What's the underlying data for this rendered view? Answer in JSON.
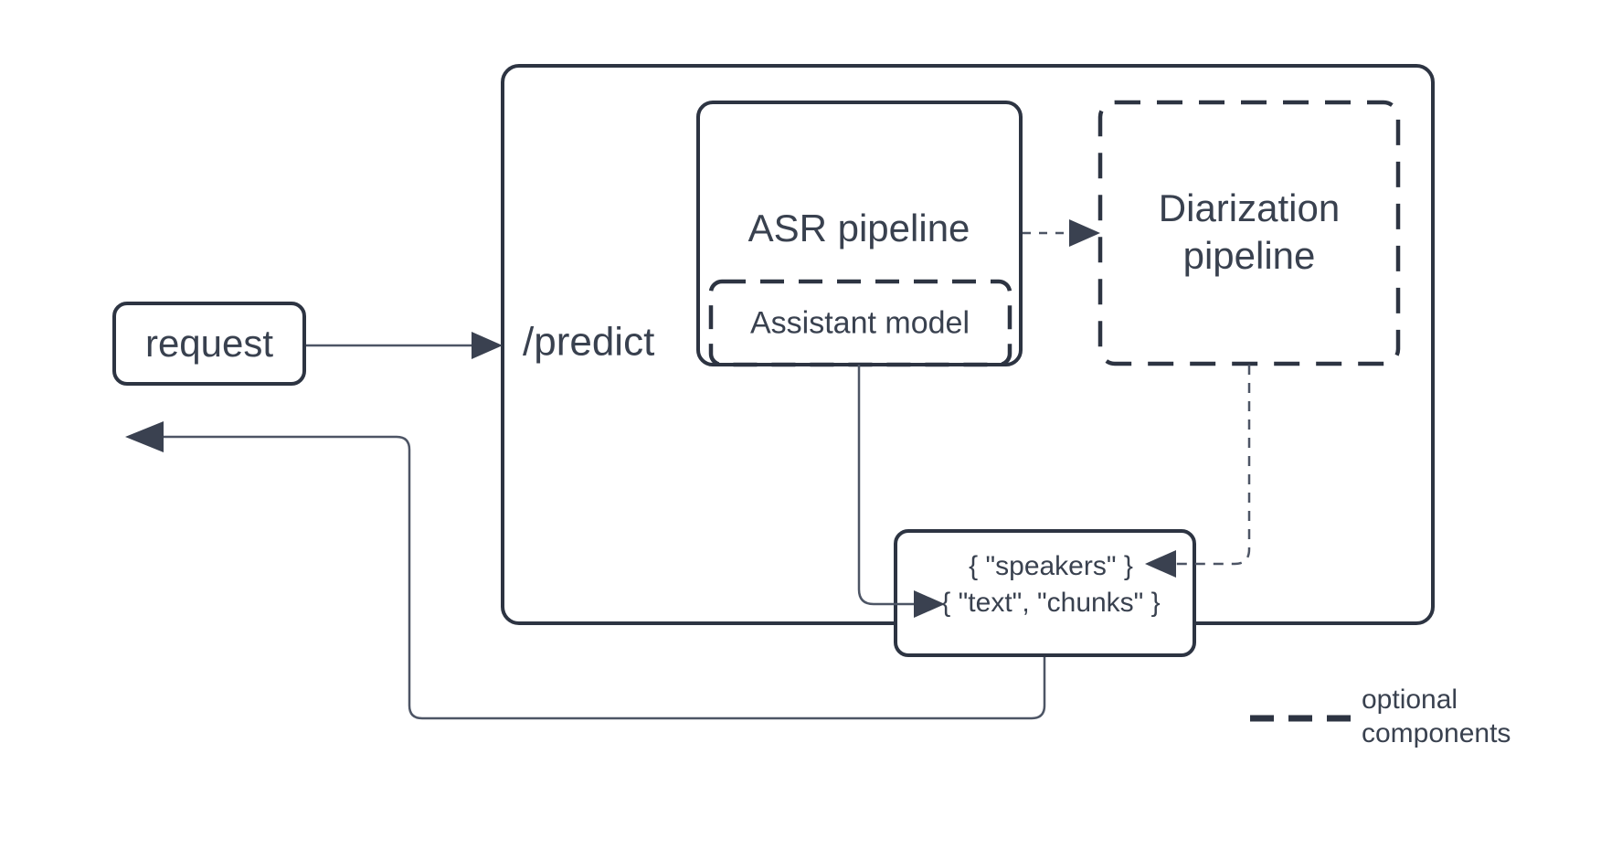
{
  "diagram": {
    "request": {
      "label": "request"
    },
    "endpoint": {
      "label": "/predict"
    },
    "asr_pipeline": {
      "label": "ASR pipeline"
    },
    "assistant_model": {
      "label": "Assistant model"
    },
    "diarization_pipeline": {
      "line1": "Diarization",
      "line2": "pipeline"
    },
    "response": {
      "line1": "{ \"speakers\" }",
      "line2": "{ \"text\", \"chunks\" }"
    },
    "legend": {
      "line1": "optional",
      "line2": "components"
    },
    "colors": {
      "stroke": "#2d3442",
      "thin_line": "#4d5565",
      "text": "#39414f",
      "background": "#ffffff"
    }
  }
}
